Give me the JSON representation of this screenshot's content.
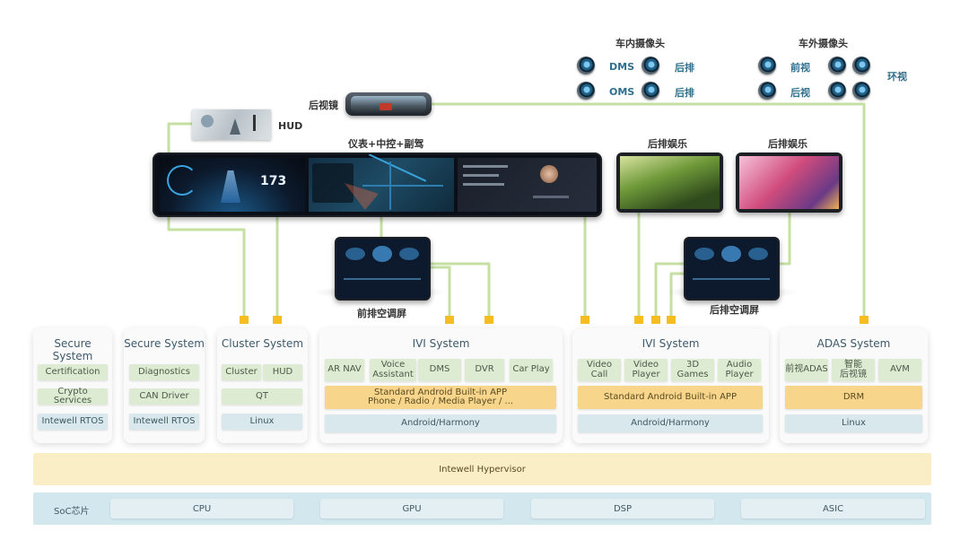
{
  "cameras": {
    "inside_title": "车内摄像头",
    "outside_title": "车外摄像头",
    "dms": "DMS",
    "oms": "OMS",
    "rear1": "后排",
    "rear2": "后排",
    "front_view": "前视",
    "rear_view": "后视",
    "surround": "环视"
  },
  "devices": {
    "mirror": "后视镜",
    "hud": "HUD",
    "main_display": "仪表+中控+副驾",
    "rear_ent_left": "后排娱乐",
    "rear_ent_right": "后排娱乐",
    "front_ac": "前排空调屏",
    "rear_ac": "后排空调屏",
    "speed": "173"
  },
  "systems": {
    "secure1": {
      "title": "Secure System",
      "items": [
        "Certification",
        "Crypto Services",
        "Intewell RTOS"
      ]
    },
    "secure2": {
      "title": "Secure System",
      "items": [
        "Diagnostics",
        "CAN Driver",
        "Intewell RTOS"
      ]
    },
    "cluster": {
      "title": "Cluster System",
      "cluster": "Cluster",
      "hud": "HUD",
      "qt": "QT",
      "linux": "Linux"
    },
    "ivi1": {
      "title": "IVI System",
      "apps": [
        "AR NAV",
        "Voice\nAssistant",
        "DMS",
        "DVR",
        "Car Play"
      ],
      "android_app": "Standard Android Built-in APP\nPhone / Radio / Media Player / ...",
      "os": "Android/Harmony"
    },
    "ivi2": {
      "title": "IVI System",
      "apps": [
        "Video\nCall",
        "Video\nPlayer",
        "3D\nGames",
        "Audio\nPlayer"
      ],
      "android_app": "Standard Android Built-in APP",
      "os": "Android/Harmony"
    },
    "adas": {
      "title": "ADAS System",
      "apps": [
        "前视ADAS",
        "智能\n后视镜",
        "AVM"
      ],
      "drm": "DRM",
      "linux": "Linux"
    }
  },
  "hypervisor": "Intewell Hypervisor",
  "soc": {
    "label": "SoC芯片",
    "cpu": "CPU",
    "gpu": "GPU",
    "dsp": "DSP",
    "asic": "ASIC"
  },
  "colors": {
    "line": "#c6dfa3",
    "connector": "#f6bd22",
    "hypervisor": "#faeec6",
    "soc": "#d3e7ee"
  }
}
